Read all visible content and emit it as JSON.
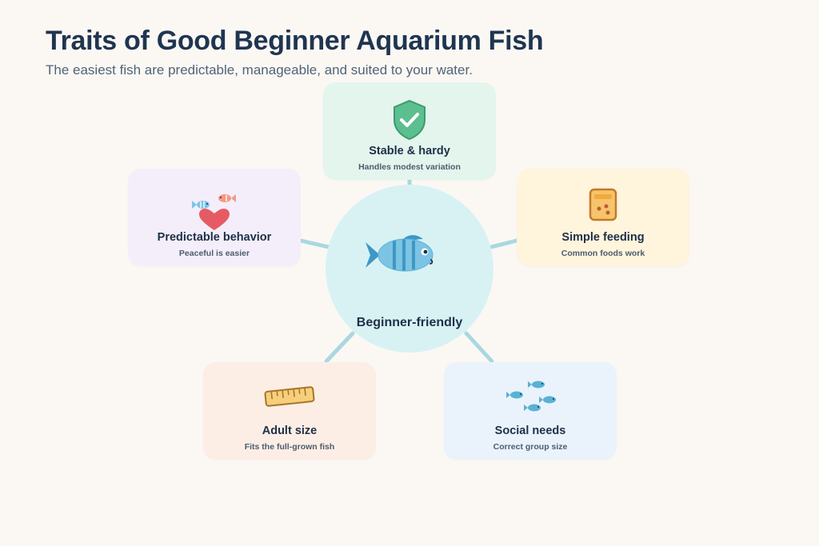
{
  "header": {
    "title": "Traits of Good Beginner Aquarium Fish",
    "subtitle": "The easiest fish are predictable, manageable, and suited to your water."
  },
  "hub": {
    "label": "Beginner-friendly",
    "icon": "fish-icon"
  },
  "traits": [
    {
      "label": "Stable & hardy",
      "desc": "Handles modest variation",
      "icon": "shield-check-icon",
      "color": "#e3f5ec"
    },
    {
      "label": "Simple feeding",
      "desc": "Common foods work",
      "icon": "food-container-icon",
      "color": "#fff4dc"
    },
    {
      "label": "Predictable behavior",
      "desc": "Peaceful is easier",
      "icon": "fish-heart-icon",
      "color": "#f4eefa"
    },
    {
      "label": "Adult size",
      "desc": "Fits the full-grown fish",
      "icon": "ruler-icon",
      "color": "#fdeee5"
    },
    {
      "label": "Social needs",
      "desc": "Correct group size",
      "icon": "fish-school-icon",
      "color": "#eaf3fc"
    }
  ],
  "colors": {
    "title": "#1f3550",
    "connector": "#a9d8e0",
    "hub": "#d8f2f4"
  }
}
